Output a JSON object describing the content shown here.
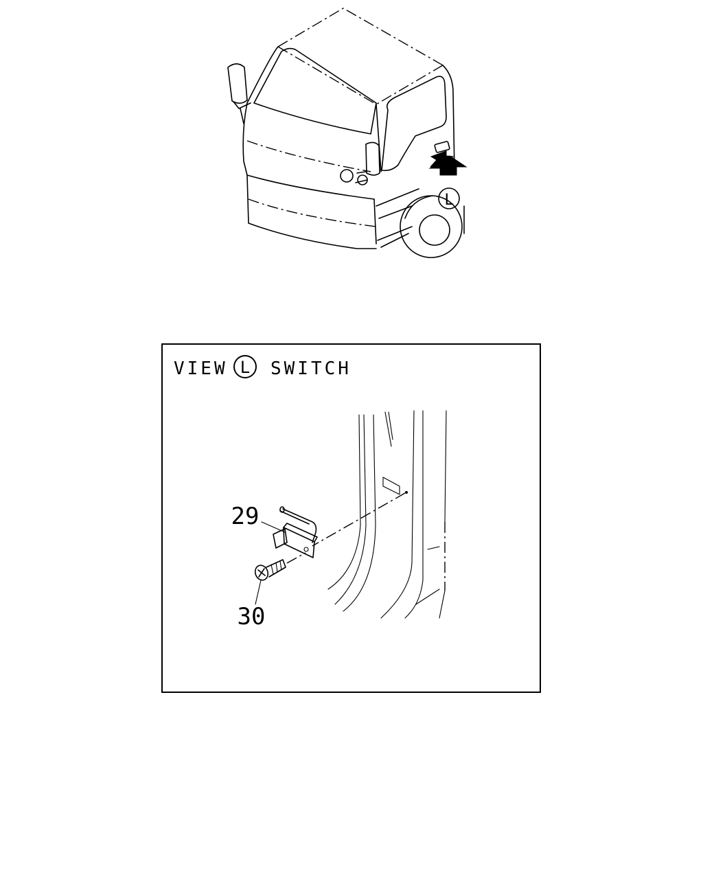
{
  "overview": {
    "view_marker": "L"
  },
  "detail_view": {
    "title_prefix": "VIEW",
    "title_marker": "L",
    "title_suffix": "SWITCH"
  },
  "callouts": [
    {
      "number": "29",
      "part": "door-switch"
    },
    {
      "number": "30",
      "part": "screw"
    }
  ]
}
